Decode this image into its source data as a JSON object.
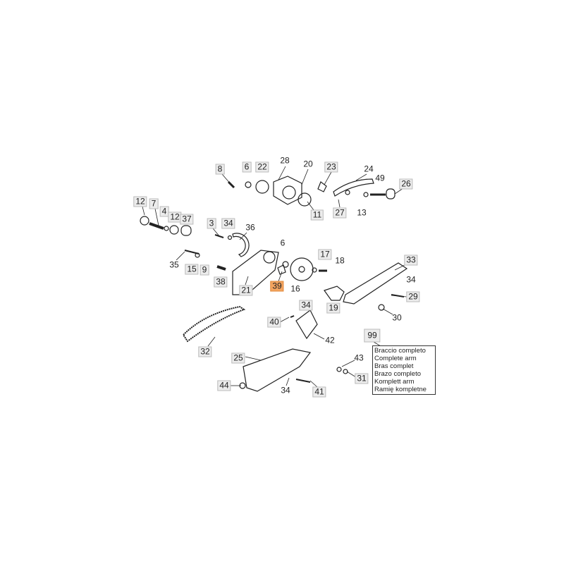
{
  "callouts": [
    "8",
    "6",
    "22",
    "28",
    "20",
    "23",
    "24",
    "49",
    "26",
    "11",
    "27",
    "13",
    "12",
    "7",
    "4",
    "12",
    "37",
    "3",
    "34",
    "36",
    "6",
    "17",
    "18",
    "33",
    "35",
    "15",
    "9",
    "38",
    "21",
    "39",
    "16",
    "19",
    "34",
    "29",
    "30",
    "34",
    "40",
    "42",
    "32",
    "99",
    "25",
    "43",
    "31",
    "44",
    "34",
    "41"
  ],
  "highlighted": "39",
  "highlight_color": "#f4a561",
  "assembly_99": [
    "Braccio completo",
    "Complete arm",
    "Bras complet",
    "Brazo completo",
    "Komplett arm",
    "Ramię kompletne"
  ]
}
